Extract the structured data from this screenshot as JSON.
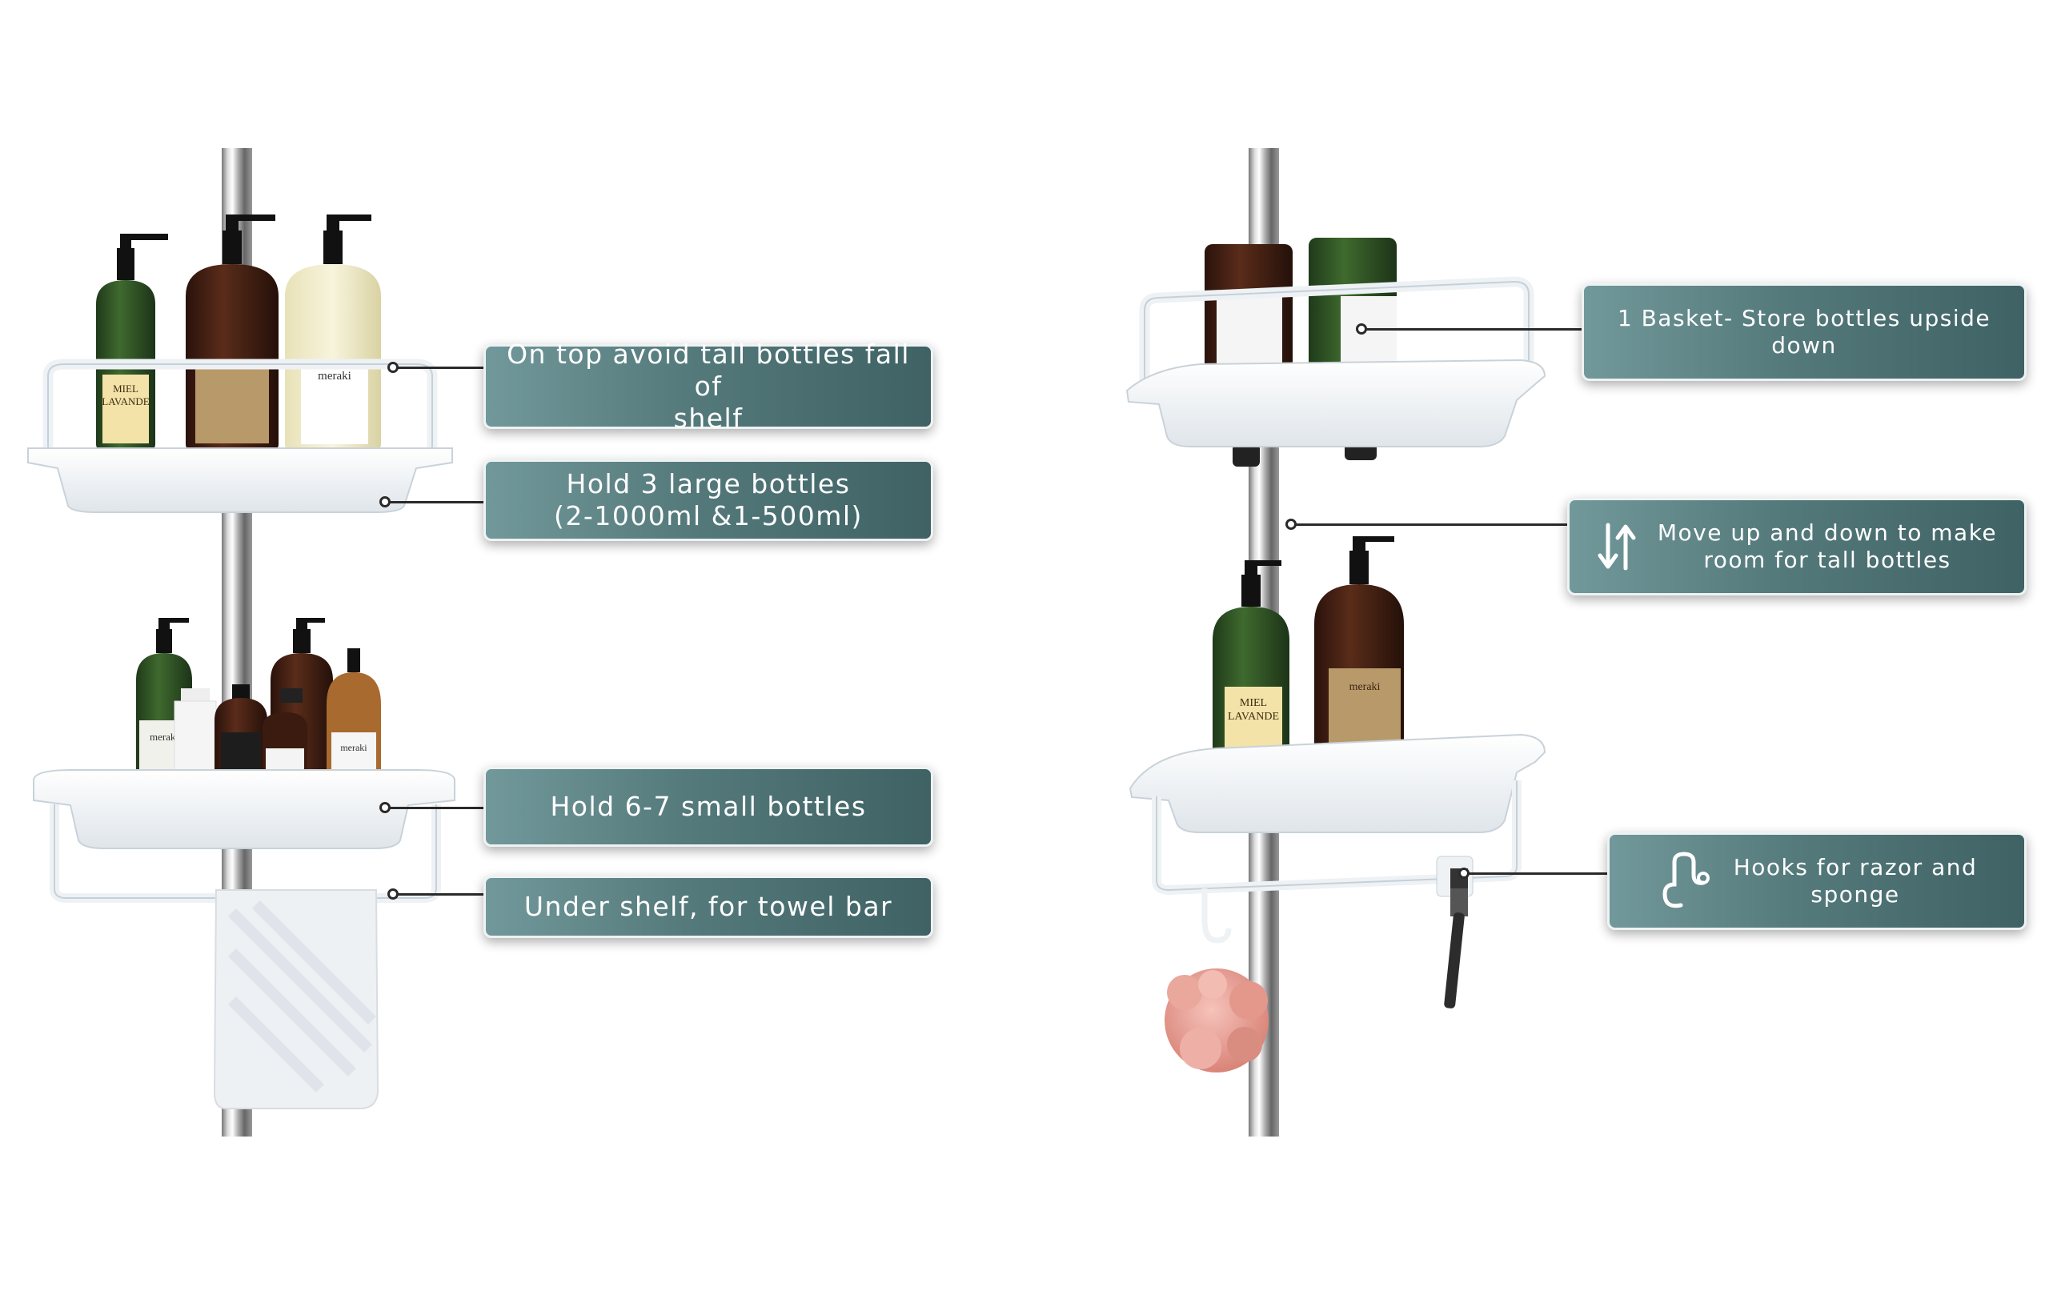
{
  "callouts": {
    "top_shelf": "On top avoid tall bottles fall of\nshelf",
    "hold_large": "Hold 3 large bottles\n(2-1000ml &1-500ml)",
    "hold_small": "Hold 6-7 small bottles",
    "towel_bar": "Under shelf, for towel bar",
    "basket": "1 Basket- Store bottles upside\ndown",
    "move": "Move up and down to make\nroom for tall bottles",
    "hooks": "Hooks for razor and\nsponge"
  },
  "bottle_labels": {
    "miel": "MIEL\nLAVANDE",
    "meraki": "meraki"
  },
  "icons": {
    "move": "up-down-arrows-icon",
    "hooks": "hook-icon"
  },
  "colors": {
    "callout_start": "#71989a",
    "callout_end": "#3f6264",
    "sponge": "#e9a29a",
    "shelf": "#f3f6f8"
  }
}
